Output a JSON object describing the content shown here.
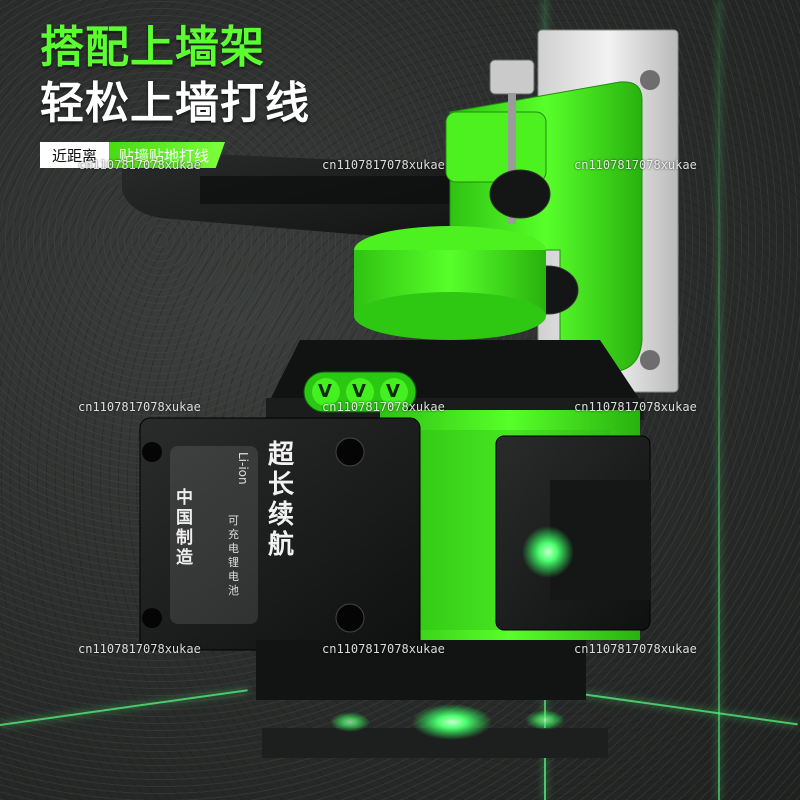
{
  "headline": {
    "line1": "搭配上墙架",
    "line2": "轻松上墙打线"
  },
  "tags": {
    "left": "近距离",
    "right": "贴墙贴地打线"
  },
  "watermark": "cn1107817078xukae",
  "battery": {
    "brand": "超长续航",
    "sub": "可充电锂电池",
    "chem": "Li-ion",
    "origin": "中国制造"
  },
  "buttons": [
    "V",
    "V",
    "V"
  ],
  "colors": {
    "accent": "#5bff2f",
    "body_green": "#39e21b",
    "laser": "#59ff82",
    "dark": "#1b1c1c"
  }
}
